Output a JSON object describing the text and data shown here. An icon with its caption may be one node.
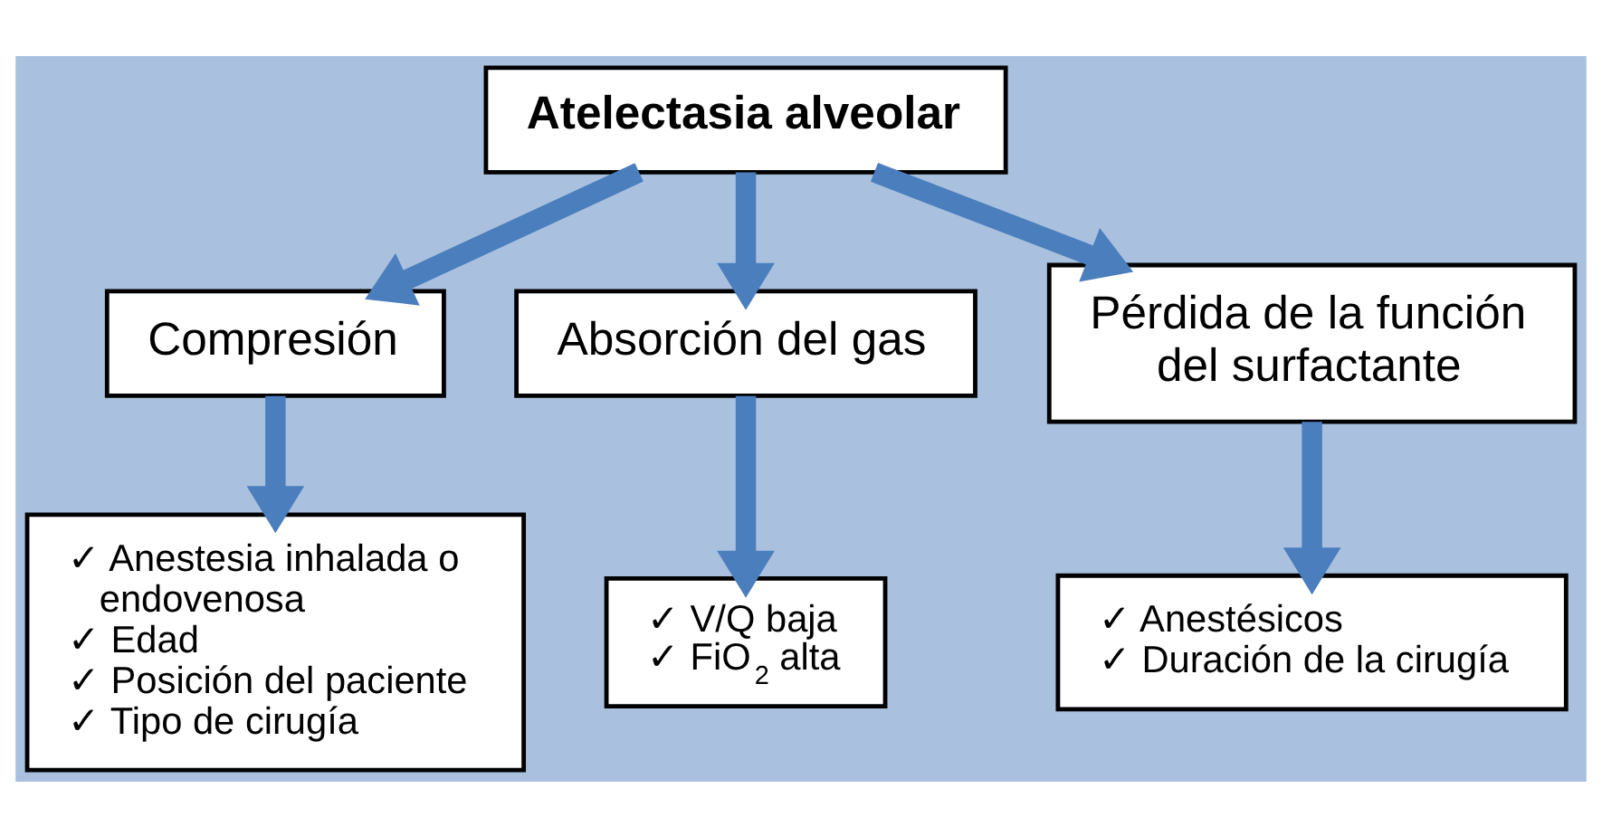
{
  "diagram": {
    "nodes": [
      {
        "text": [
          "Atelectasia alveolar"
        ]
      },
      {
        "text": [
          "Compresión"
        ]
      },
      {
        "text": [
          "Absorción del gas"
        ]
      },
      {
        "text": [
          "Pérdida de la función del surfactante"
        ]
      },
      {
        "text": [
          "✓ Anestesia inhalada o endovenosa",
          "✓ Edad",
          "✓ Posición del paciente",
          "✓ Tipo de cirugía"
        ]
      },
      {
        "text": [
          "✓ V/Q baja",
          "✓ FiO$_{2}$ alta"
        ]
      },
      {
        "text": [
          "✓ Anestésicos",
          "✓ Duración de la cirugía"
        ]
      }
    ],
    "edges": [
      {
        "from": 0,
        "to": 1,
        "arrow": "to"
      },
      {
        "from": 0,
        "to": 2,
        "arrow": "to"
      },
      {
        "from": 0,
        "to": 3,
        "arrow": "to"
      },
      {
        "from": 1,
        "to": 4,
        "arrow": "to"
      },
      {
        "from": 2,
        "to": 5,
        "arrow": "to"
      },
      {
        "from": 3,
        "to": 6,
        "arrow": "to"
      }
    ]
  }
}
